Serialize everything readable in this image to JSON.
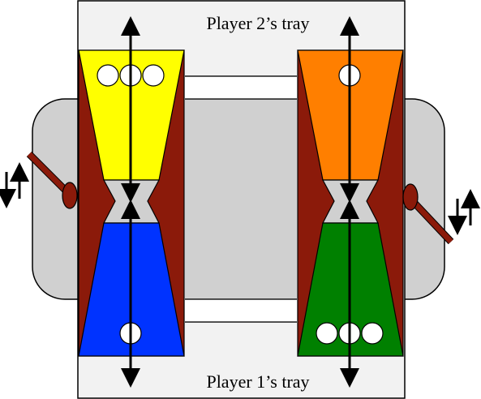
{
  "labels": {
    "top_tray": "Player 2’s tray",
    "bottom_tray": "Player 1’s tray"
  },
  "colors": {
    "body": "#d0d0d0",
    "tray": "#f2f2f2",
    "frame": "#8b1a0a",
    "left_top_funnel": "#ffff00",
    "left_bottom_funnel": "#0033ff",
    "right_top_funnel": "#ff7f00",
    "right_bottom_funnel": "#008000",
    "ball": "#ffffff",
    "arrow": "#000000"
  },
  "units": {
    "left": {
      "top_balls": 3,
      "bottom_balls": 1
    },
    "right": {
      "top_balls": 1,
      "bottom_balls": 3
    }
  },
  "handles": {
    "left": "arrows-down-up",
    "right": "arrows-down-up"
  }
}
